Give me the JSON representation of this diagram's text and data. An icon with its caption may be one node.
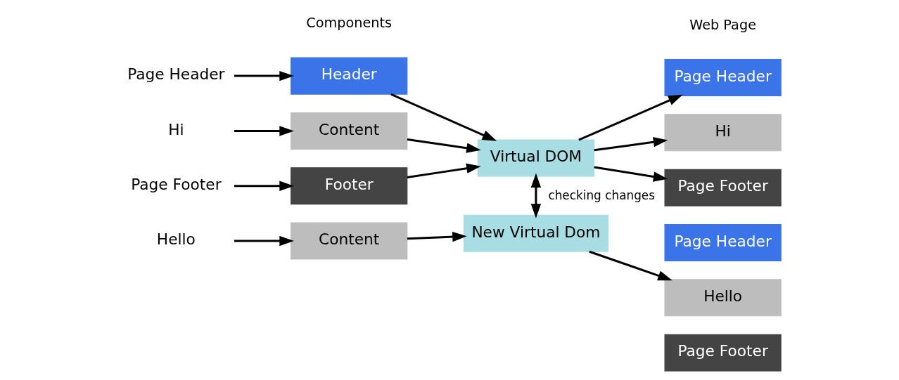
{
  "diagram": {
    "nodes": [
      {
        "text": [
          "Page Header"
        ]
      },
      {
        "text": [
          "Hi"
        ]
      },
      {
        "text": [
          "Page Footer"
        ]
      },
      {
        "text": [
          "Header"
        ]
      },
      {
        "text": [
          "Content"
        ]
      },
      {
        "text": [
          "Footer"
        ]
      },
      {
        "text": [
          "Virtual DOM"
        ]
      },
      {
        "text": [
          "Hello"
        ]
      },
      {
        "text": [
          "Content"
        ]
      },
      {
        "text": [
          "New Virtual Dom"
        ]
      },
      {
        "text": [
          "Page Header"
        ]
      },
      {
        "text": [
          "Hi"
        ]
      },
      {
        "text": [
          "Page Footer"
        ]
      },
      {
        "text": [
          "Page Header"
        ]
      },
      {
        "text": [
          "Hello"
        ]
      },
      {
        "text": [
          "Page Footer"
        ]
      }
    ],
    "edges": [
      {
        "from": 0,
        "to": 3,
        "arrow": "to"
      },
      {
        "from": 1,
        "to": 4,
        "arrow": "to"
      },
      {
        "from": 2,
        "to": 5,
        "arrow": "to"
      },
      {
        "from": 3,
        "to": 6,
        "arrow": "to"
      },
      {
        "from": 4,
        "to": 6,
        "arrow": "to"
      },
      {
        "from": 5,
        "to": 6,
        "arrow": "to"
      },
      {
        "from": 6,
        "to": 10,
        "arrow": "to"
      },
      {
        "from": 6,
        "to": 11,
        "arrow": "to"
      },
      {
        "from": 6,
        "to": 12,
        "arrow": "to"
      },
      {
        "from": 6,
        "to": 9,
        "arrow": "both",
        "label": "checking changes"
      },
      {
        "from": 7,
        "to": 8,
        "arrow": "to"
      },
      {
        "from": 8,
        "to": 9,
        "arrow": "to"
      },
      {
        "from": 9,
        "to": 14,
        "arrow": "to"
      }
    ],
    "labels": [
      "Components",
      "Web Page"
    ]
  }
}
